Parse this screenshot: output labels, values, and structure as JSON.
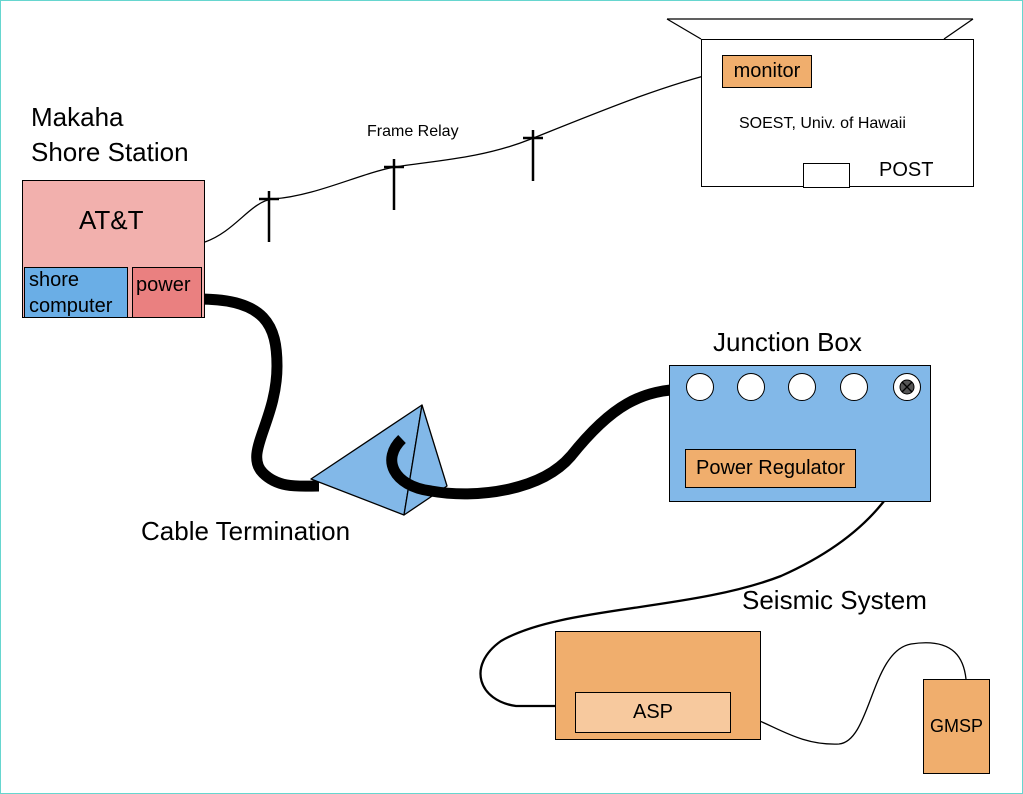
{
  "shore_station": {
    "title_line1": "Makaha",
    "title_line2": "Shore Station",
    "provider": "AT&T",
    "computer_line1": "shore",
    "computer_line2": "computer",
    "power": "power",
    "color": "#f2b0ad"
  },
  "network": {
    "frame_relay": "Frame Relay"
  },
  "post": {
    "monitor": "monitor",
    "institution": "SOEST, Univ. of Hawaii",
    "name": "POST"
  },
  "cable_termination": {
    "label": "Cable Termination",
    "color": "#82b8e8"
  },
  "junction_box": {
    "title": "Junction  Box",
    "regulator": "Power Regulator",
    "port_count": 5,
    "color": "#82b8e8"
  },
  "seismic": {
    "title": "Seismic System",
    "asp": "ASP",
    "gmsp": "GMSP",
    "color": "#f0ae6d"
  }
}
